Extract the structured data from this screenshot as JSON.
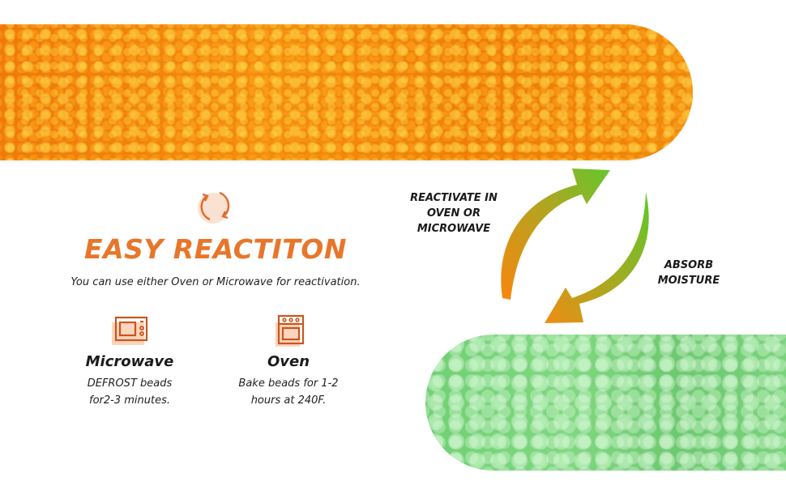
{
  "images": {
    "top_beads": {
      "description": "orange silica gel beads",
      "color": "#f18a0c"
    },
    "bottom_beads": {
      "description": "green silica gel beads",
      "color": "#79d37b"
    }
  },
  "header": {
    "icon": "cycle-icon",
    "title": "EASY REACTITON",
    "subtitle": "You can use either Oven or Microwave for reactivation."
  },
  "methods": [
    {
      "icon": "microwave-icon",
      "name": "Microwave",
      "desc_line1": "DEFROST beads",
      "desc_line2": "for2-3 minutes."
    },
    {
      "icon": "oven-icon",
      "name": "Oven",
      "desc_line1": "Bake beads for 1-2",
      "desc_line2": "hours at 240F."
    }
  ],
  "cycle": {
    "reactivate": {
      "line1": "REACTIVATE IN",
      "line2": "OVEN OR",
      "line3": "MICROWAVE"
    },
    "absorb": {
      "line1": "ABSORB",
      "line2": "MOISTURE"
    }
  },
  "colors": {
    "accent": "#e8762a",
    "icon_stroke": "#c8561e",
    "arrow_orange": "#f08a10",
    "arrow_green": "#5ec72a"
  }
}
